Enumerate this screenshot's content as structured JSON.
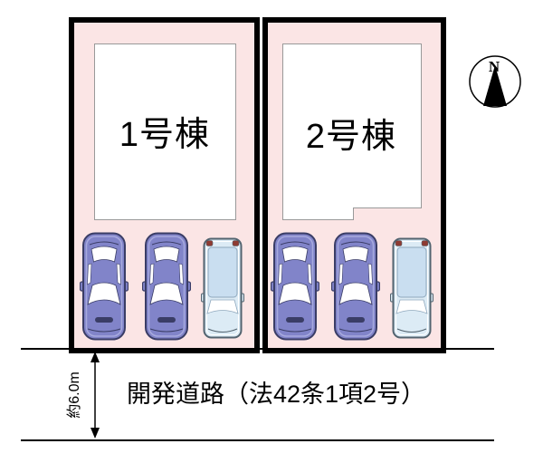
{
  "lot1": {
    "building_label": "1号棟",
    "cars": [
      "sedan",
      "sedan",
      "minivan"
    ]
  },
  "lot2": {
    "building_label": "2号棟",
    "cars": [
      "sedan",
      "sedan",
      "minivan"
    ]
  },
  "road": {
    "label": "開発道路（法42条1項2号）",
    "width_label": "約6.0m"
  },
  "compass": {
    "north_label": "N"
  },
  "colors": {
    "lot_fill": "#fbe5e5",
    "lot_border": "#000000",
    "building_fill": "#ffffff",
    "building_border": "#999999",
    "road_line": "#000000",
    "text": "#000000",
    "sedan_body": "#8184c9",
    "sedan_outline": "#3a3d66",
    "minivan_body": "#dcebf5",
    "minivan_roof": "#c9def0",
    "minivan_tail_light": "#8e3b32"
  }
}
